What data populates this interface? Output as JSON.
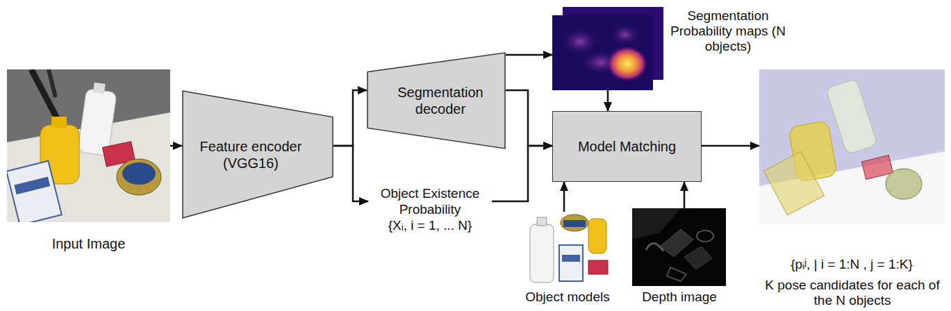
{
  "diagram": {
    "nodes": [
      {
        "text": [
          "Input Image"
        ]
      },
      {
        "text": [
          "Feature encoder (VGG16)"
        ]
      },
      {
        "text": [
          "Segmentation decoder"
        ]
      },
      {
        "text": [
          "Object Existence Probability",
          "{Xᵢ, i = 1, ... N}"
        ]
      },
      {
        "text": [
          "Segmentation Probability maps (N objects)"
        ]
      },
      {
        "text": [
          "Model Matching"
        ]
      },
      {
        "text": [
          "Object models"
        ]
      },
      {
        "text": [
          "Depth image"
        ]
      },
      {
        "text": [
          "{pᵢʲ, | i = 1:N , j = 1:K}",
          "K pose candidates for each of the N objects"
        ]
      }
    ],
    "edges": [
      {
        "from": 0,
        "to": 1,
        "arrow": "to"
      },
      {
        "from": 1,
        "to": 2,
        "arrow": "to"
      },
      {
        "from": 1,
        "to": 3,
        "arrow": "to"
      },
      {
        "from": 2,
        "to": 4,
        "arrow": "to"
      },
      {
        "from": 2,
        "to": 5,
        "arrow": "to"
      },
      {
        "from": 3,
        "to": 5,
        "arrow": "to"
      },
      {
        "from": 4,
        "to": 5,
        "arrow": "to"
      },
      {
        "from": 6,
        "to": 5,
        "arrow": "to"
      },
      {
        "from": 7,
        "to": 5,
        "arrow": "to"
      },
      {
        "from": 5,
        "to": 8,
        "arrow": "to"
      }
    ]
  }
}
